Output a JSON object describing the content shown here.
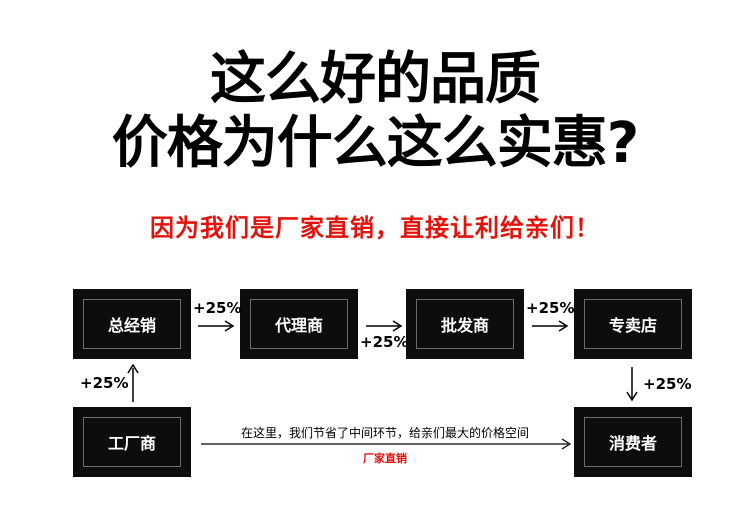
{
  "headline": {
    "line1": "这么好的品质",
    "line2": "价格为什么这么实惠?"
  },
  "subheadline": "因为我们是厂家直销，直接让利给亲们！",
  "chain": {
    "distributor": "总经销",
    "agent": "代理商",
    "wholesaler": "批发商",
    "store": "专卖店",
    "factory": "工厂商",
    "consumer": "消费者"
  },
  "markups": {
    "factory_to_distributor": "+25%",
    "distributor_to_agent": "+25%",
    "agent_to_wholesaler": "+25%",
    "wholesaler_to_store": "+25%",
    "store_to_consumer": "+25%"
  },
  "direct_path": {
    "note": "在这里，我们节省了中间环节，给亲们最大的价格空间",
    "label": "厂家直销"
  },
  "colors": {
    "accent_red": "#e3120b",
    "box_fill": "#0d0d0d"
  }
}
